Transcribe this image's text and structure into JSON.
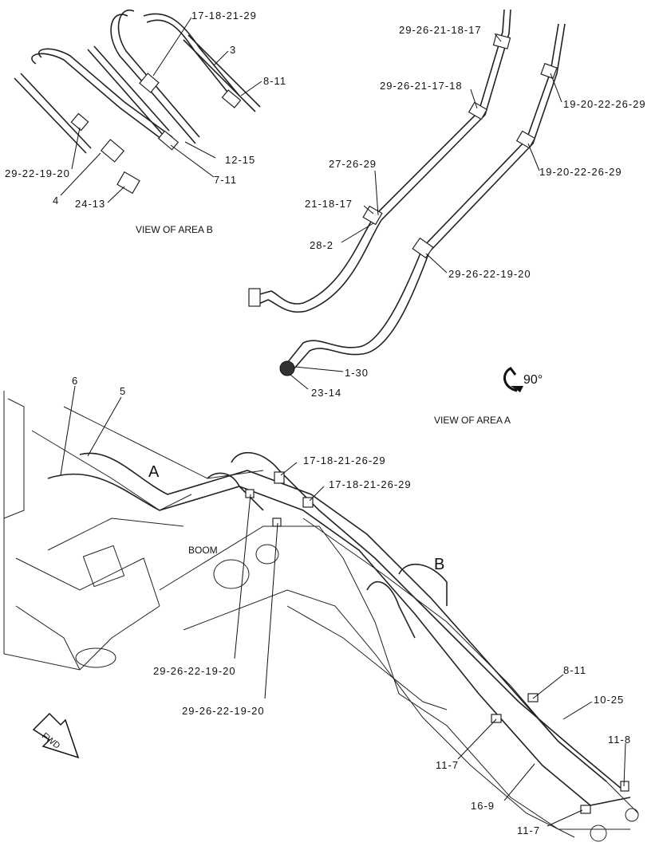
{
  "callouts": {
    "c_17_18_21_29": "17-18-21-29",
    "c_3": "3",
    "c_8_11_top": "8-11",
    "c_12_15": "12-15",
    "c_7_11": "7-11",
    "c_29_22_19_20_b": "29-22-19-20",
    "c_4": "4",
    "c_24_13": "24-13",
    "c_29_26_21_18_17": "29-26-21-18-17",
    "c_29_26_21_17_18": "29-26-21-17-18",
    "c_19_20_22_26_29_a": "19-20-22-26-29",
    "c_19_20_22_26_29_b": "19-20-22-26-29",
    "c_27_26_29": "27-26-29",
    "c_21_18_17": "21-18-17",
    "c_28_2": "28-2",
    "c_29_26_22_19_20_a": "29-26-22-19-20",
    "c_1_30": "1-30",
    "c_23_14": "23-14",
    "c_6": "6",
    "c_5": "5",
    "c_17_18_21_26_29_a": "17-18-21-26-29",
    "c_17_18_21_26_29_b": "17-18-21-26-29",
    "c_29_26_22_19_20_b": "29-26-22-19-20",
    "c_29_26_22_19_20_c": "29-26-22-19-20",
    "c_8_11_bottom": "8-11",
    "c_10_25": "10-25",
    "c_11_8": "11-8",
    "c_11_7_a": "11-7",
    "c_16_9": "16-9",
    "c_11_7_b": "11-7"
  },
  "captions": {
    "view_area_b": "VIEW OF AREA B",
    "view_area_a": "VIEW OF AREA A",
    "boom": "BOOM",
    "area_a_marker": "A",
    "area_b_marker": "B",
    "rotation": "90°",
    "fwd": "FWD"
  }
}
